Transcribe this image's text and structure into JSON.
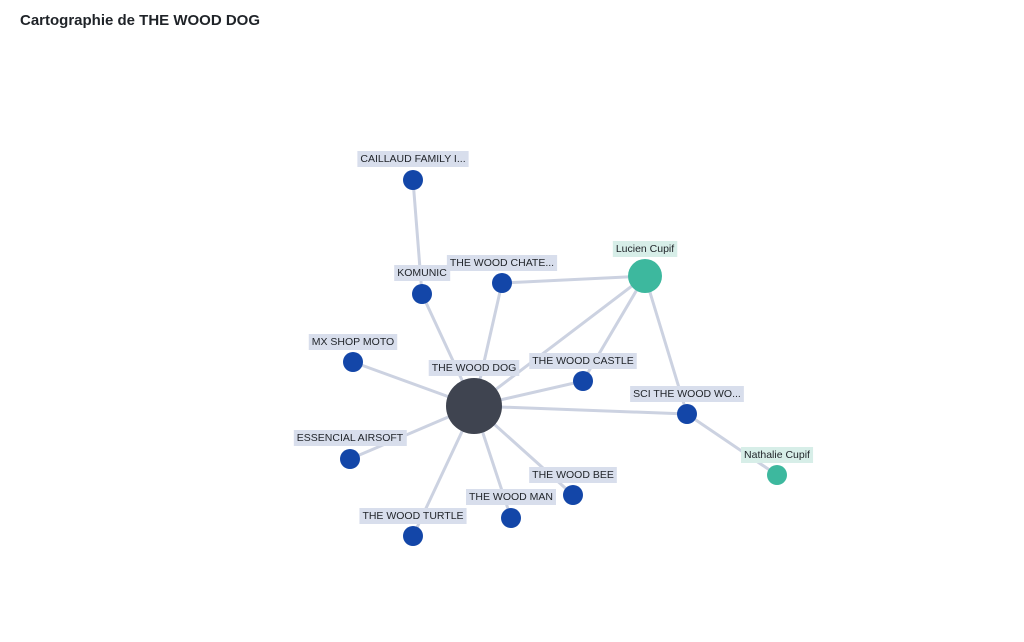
{
  "page": {
    "title": "Cartographie de THE WOOD DOG"
  },
  "colors": {
    "central": "#3f4450",
    "company": "#1346a8",
    "person": "#3db89e",
    "edge": "#ccd2e1",
    "label_bg_company": "#d8deec",
    "label_bg_person": "#d7eee8"
  },
  "graph": {
    "nodes": [
      {
        "id": "wood-dog",
        "label": "THE WOOD DOG",
        "kind": "central"
      },
      {
        "id": "caillaud",
        "label": "CAILLAUD FAMILY I...",
        "kind": "company"
      },
      {
        "id": "komunic",
        "label": "KOMUNIC",
        "kind": "company"
      },
      {
        "id": "chateau",
        "label": "THE WOOD CHATE...",
        "kind": "company"
      },
      {
        "id": "lucien",
        "label": "Lucien Cupif",
        "kind": "person"
      },
      {
        "id": "mxshop",
        "label": "MX SHOP MOTO",
        "kind": "company"
      },
      {
        "id": "castle",
        "label": "THE WOOD CASTLE",
        "kind": "company"
      },
      {
        "id": "sci",
        "label": "SCI THE WOOD WO...",
        "kind": "company"
      },
      {
        "id": "essencial",
        "label": "ESSENCIAL AIRSOFT",
        "kind": "company"
      },
      {
        "id": "nathalie",
        "label": "Nathalie Cupif",
        "kind": "person"
      },
      {
        "id": "bee",
        "label": "THE WOOD BEE",
        "kind": "company"
      },
      {
        "id": "man",
        "label": "THE WOOD MAN",
        "kind": "company"
      },
      {
        "id": "turtle",
        "label": "THE WOOD TURTLE",
        "kind": "company"
      }
    ],
    "edges": [
      [
        "caillaud",
        "komunic"
      ],
      [
        "komunic",
        "wood-dog"
      ],
      [
        "chateau",
        "wood-dog"
      ],
      [
        "chateau",
        "lucien"
      ],
      [
        "lucien",
        "castle"
      ],
      [
        "lucien",
        "sci"
      ],
      [
        "lucien",
        "wood-dog"
      ],
      [
        "mxshop",
        "wood-dog"
      ],
      [
        "castle",
        "wood-dog"
      ],
      [
        "sci",
        "wood-dog"
      ],
      [
        "sci",
        "nathalie"
      ],
      [
        "essencial",
        "wood-dog"
      ],
      [
        "bee",
        "wood-dog"
      ],
      [
        "man",
        "wood-dog"
      ],
      [
        "turtle",
        "wood-dog"
      ]
    ]
  }
}
